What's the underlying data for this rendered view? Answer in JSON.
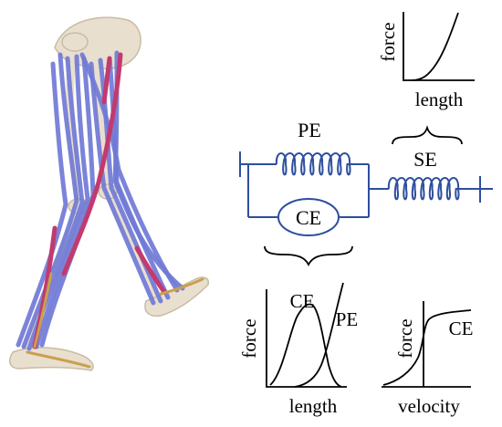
{
  "model": {
    "colors": {
      "bone": "#e9dfcf",
      "bone_shadow": "#c9bba4",
      "muscle_blue": "#7079d6",
      "muscle_blue_dark": "#4f58b8",
      "muscle_red": "#c23a6e",
      "tendon_gold": "#c8a050"
    }
  },
  "schematic": {
    "line_color": "#2d4f9e",
    "labels": {
      "pe": "PE",
      "se": "SE",
      "ce": "CE"
    }
  },
  "plots": {
    "se_force_length": {
      "ylabel": "force",
      "xlabel": "length"
    },
    "ce_force_length": {
      "ylabel": "force",
      "xlabel": "length",
      "curve_labels": {
        "ce": "CE",
        "pe": "PE"
      }
    },
    "ce_force_velocity": {
      "ylabel": "force",
      "xlabel": "velocity",
      "curve_label": "CE"
    }
  }
}
